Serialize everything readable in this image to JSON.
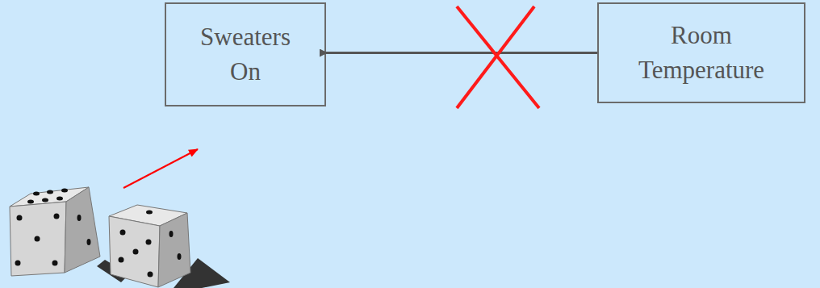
{
  "diagram": {
    "nodes": [
      {
        "text": [
          "Sweaters On"
        ]
      },
      {
        "text": [
          "Room Temperature"
        ]
      }
    ],
    "edges": [
      {
        "from": 1,
        "to": 0,
        "arrow": "to"
      }
    ]
  }
}
